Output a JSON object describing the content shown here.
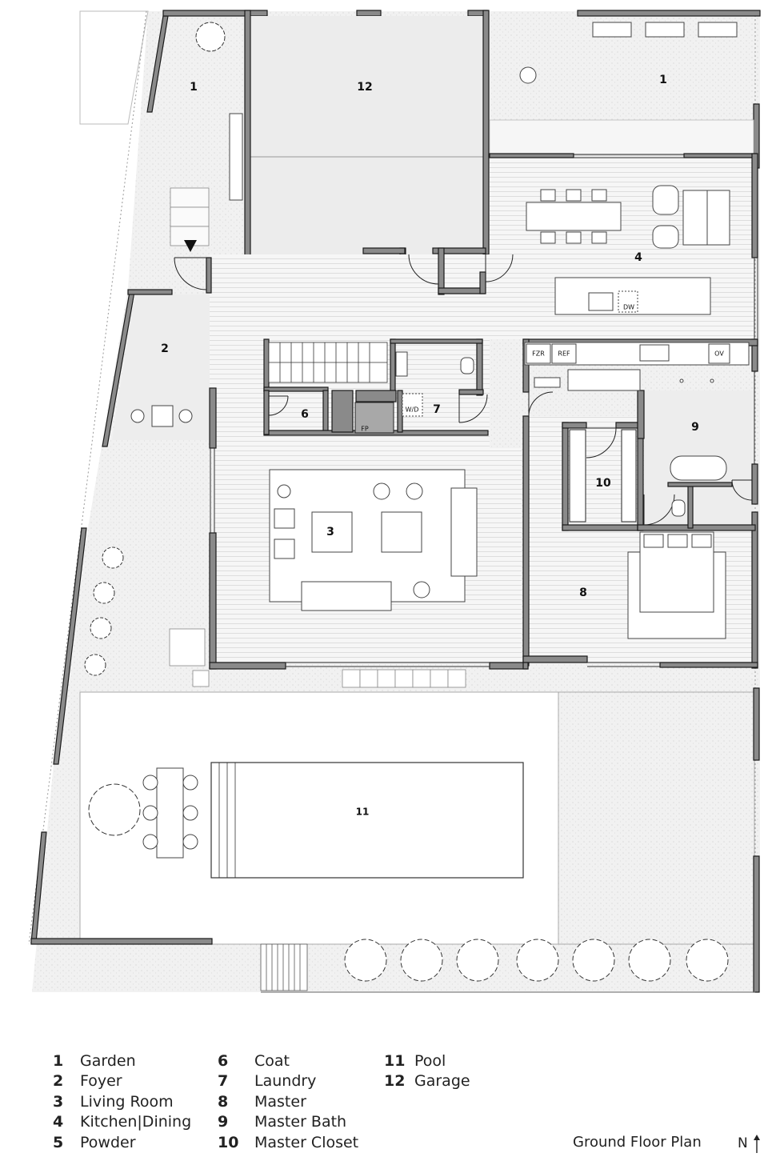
{
  "rooms": {
    "garden_west": "1",
    "garden_east": "1",
    "garage": "12",
    "foyer": "2",
    "kitchen_dining": "4",
    "living": "3",
    "coat": "6",
    "laundry": "7",
    "master": "8",
    "master_bath": "9",
    "master_closet": "10",
    "pool": "11"
  },
  "appliances": {
    "dishwasher": "DW",
    "freezer": "FZR",
    "refrigerator": "REF",
    "oven": "OV",
    "washer_dryer": "W/D",
    "fireplace": "FP"
  },
  "legend": [
    {
      "num": "1",
      "name": "Garden"
    },
    {
      "num": "2",
      "name": "Foyer"
    },
    {
      "num": "3",
      "name": "Living Room"
    },
    {
      "num": "4",
      "name": "Kitchen|Dining"
    },
    {
      "num": "5",
      "name": "Powder"
    },
    {
      "num": "6",
      "name": "Coat"
    },
    {
      "num": "7",
      "name": "Laundry"
    },
    {
      "num": "8",
      "name": "Master"
    },
    {
      "num": "9",
      "name": "Master Bath"
    },
    {
      "num": "10",
      "name": "Master Closet"
    },
    {
      "num": "11",
      "name": "Pool"
    },
    {
      "num": "12",
      "name": "Garage"
    }
  ],
  "plan_title": "Ground Floor Plan",
  "north_label": "N",
  "colors": {
    "wall": "#8a8a8a",
    "wall_stroke": "#1a1a1a",
    "floor": "#f4f4f4",
    "garage": "#ececec",
    "bath": "#ededed"
  }
}
